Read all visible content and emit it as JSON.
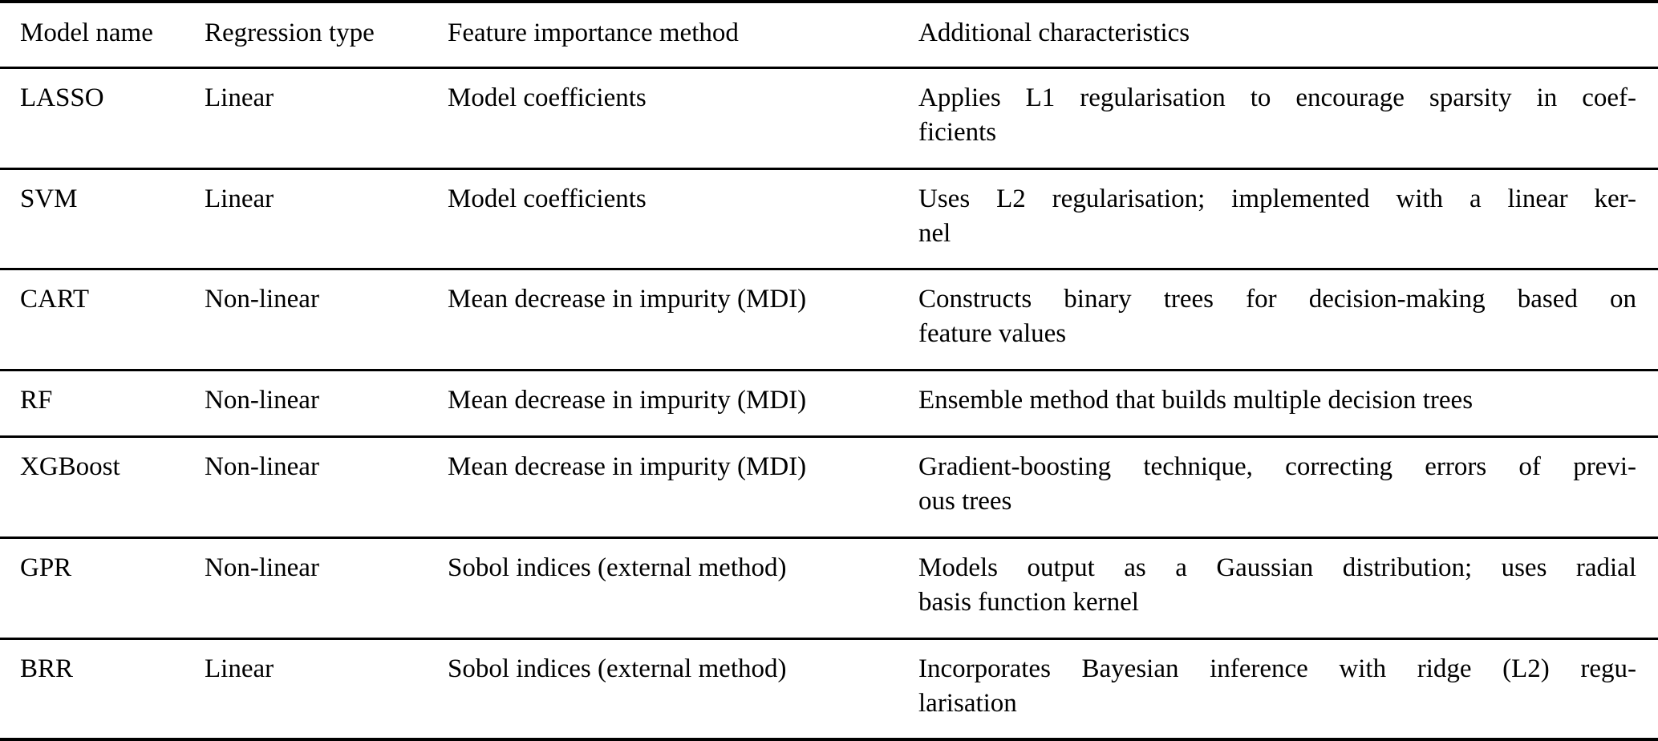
{
  "table": {
    "columns": [
      {
        "key": "model_name",
        "label": "Model name"
      },
      {
        "key": "regression_type",
        "label": "Regression type"
      },
      {
        "key": "feature_importance_method",
        "label": "Feature importance method"
      },
      {
        "key": "additional_characteristics",
        "label": "Additional characteristics"
      }
    ],
    "rows": [
      {
        "model_name": "LASSO",
        "regression_type": "Linear",
        "feature_importance_method": "Model coefficients",
        "additional_characteristics": "Applies L1 regularisation to encourage sparsity in coefficients",
        "additional_characteristics_line1": "Applies L1 regularisation to encourage sparsity in coef-",
        "additional_characteristics_line2": "ficients"
      },
      {
        "model_name": "SVM",
        "regression_type": "Linear",
        "feature_importance_method": "Model coefficients",
        "additional_characteristics": "Uses L2 regularisation; implemented with a linear kernel",
        "additional_characteristics_line1": "Uses L2 regularisation; implemented with a linear ker-",
        "additional_characteristics_line2": "nel"
      },
      {
        "model_name": "CART",
        "regression_type": "Non-linear",
        "feature_importance_method": "Mean decrease in impurity (MDI)",
        "additional_characteristics": "Constructs binary trees for decision-making based on feature values",
        "additional_characteristics_line1": "Constructs binary trees for decision-making based on",
        "additional_characteristics_line2": "feature values"
      },
      {
        "model_name": "RF",
        "regression_type": "Non-linear",
        "feature_importance_method": "Mean decrease in impurity (MDI)",
        "additional_characteristics": "Ensemble method that builds multiple decision trees",
        "additional_characteristics_line1": "Ensemble method that builds multiple decision trees",
        "additional_characteristics_line2": ""
      },
      {
        "model_name": "XGBoost",
        "regression_type": "Non-linear",
        "feature_importance_method": "Mean decrease in impurity (MDI)",
        "additional_characteristics": "Gradient-boosting technique, correcting errors of previous trees",
        "additional_characteristics_line1": "Gradient-boosting technique, correcting errors of previ-",
        "additional_characteristics_line2": "ous trees"
      },
      {
        "model_name": "GPR",
        "regression_type": "Non-linear",
        "feature_importance_method": "Sobol indices (external method)",
        "additional_characteristics": "Models output as a Gaussian distribution; uses radial basis function kernel",
        "additional_characteristics_line1": "Models output as a Gaussian distribution; uses radial",
        "additional_characteristics_line2": "basis function kernel"
      },
      {
        "model_name": "BRR",
        "regression_type": "Linear",
        "feature_importance_method": "Sobol indices (external method)",
        "additional_characteristics": "Incorporates Bayesian inference with ridge (L2) regularisation",
        "additional_characteristics_line1": "Incorporates Bayesian inference with ridge (L2) regu-",
        "additional_characteristics_line2": "larisation"
      }
    ]
  }
}
